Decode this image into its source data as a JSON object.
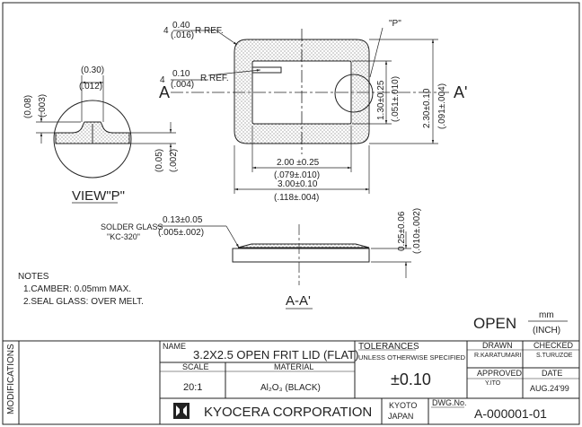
{
  "drawing": {
    "flag_top_left": "4",
    "dim_outer_radius": "0.40",
    "dim_outer_radius_in": "(.016)",
    "ref_label_1": "R REF.",
    "flag_mid_left": "4",
    "dim_inner_radius": "0.10",
    "dim_inner_radius_in": "(.004)",
    "ref_label_2": "R REF.",
    "detail_callout": "\"P\"",
    "section_a": "A",
    "section_a_prime": "A'",
    "dim_inner_h": "1.30±0.25",
    "dim_inner_h_in": "(.051±.010)",
    "dim_outer_h": "2.30±0.10",
    "dim_outer_h_in": "(.091±.004)",
    "dim_inner_w": "2.00 ±0.25",
    "dim_inner_w_in": "(.079±.010)",
    "dim_outer_w": "3.00±0.10",
    "dim_outer_w_in": "(.118±.004)",
    "view_p_width": "(0.30)",
    "view_p_width_in": "(.012)",
    "view_p_h1": "(0.08)",
    "view_p_h1_in": "(.003)",
    "view_p_h2": "(0.05)",
    "view_p_h2_in": "(.002)",
    "view_p_label": "VIEW\"P\"",
    "solder_label_1": "SOLDER GLASS",
    "solder_label_2": "\"KC-320\"",
    "dim_glass": "0.13±0.05",
    "dim_glass_in": "(.005±.002)",
    "dim_thickness": "0.25±0.06",
    "dim_thickness_in": "(.010±.002)",
    "section_label": "A-A'",
    "notes_title": "NOTES",
    "note_1": "1.CAMBER: 0.05mm MAX.",
    "note_2": "2.SEAL GLASS: OVER MELT.",
    "open_label": "OPEN",
    "unit_mm": "mm",
    "unit_inch": "(INCH)"
  },
  "title_block": {
    "modifications": "MODIFICATIONS",
    "name_label": "NAME",
    "name_value": "3.2X2.5 OPEN FRIT LID (FLAT)",
    "scale_label": "SCALE",
    "scale_value": "20:1",
    "material_label": "MATERIAL",
    "material_value": "Al₂O₃ (BLACK)",
    "tolerances_label": "TOLERANCES",
    "tolerances_sub": "UNLESS  OTHERWISE  SPECIFIED",
    "tolerance_value": "±0.10",
    "drawn_label": "DRAWN",
    "drawn_value": "R.KARATUMARI",
    "checked_label": "CHECKED",
    "checked_value": "S.TURUZOE",
    "approved_label": "APPROVED",
    "approved_value": "Y.ITO",
    "date_label": "DATE",
    "date_value": "AUG.24'99",
    "company": "KYOCERA  CORPORATION",
    "city": "KYOTO",
    "country": "JAPAN",
    "dwg_label": "DWG.No.",
    "dwg_value": "A-000001-01"
  }
}
